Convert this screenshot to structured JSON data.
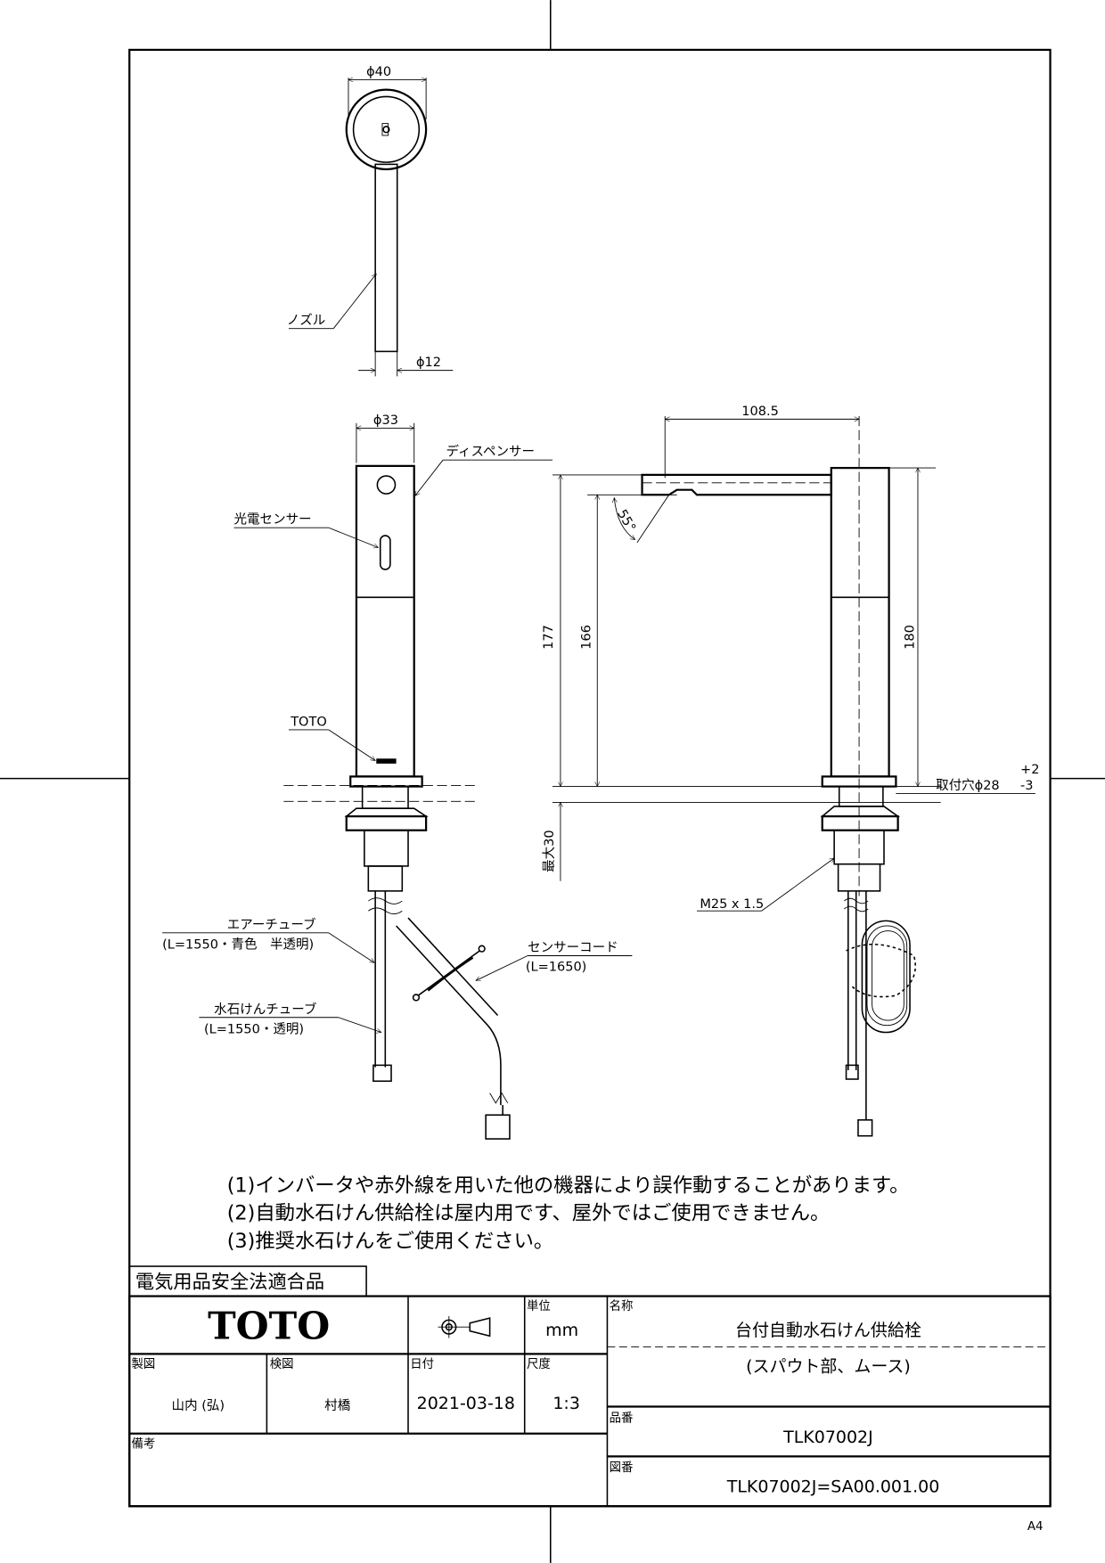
{
  "top_view": {
    "dia_outer": "ϕ40",
    "dia_nozzle": "ϕ12",
    "nozzle_label": "ノズル"
  },
  "front_view": {
    "dia_body": "ϕ33",
    "dispenser_label": "ディスペンサー",
    "sensor_label": "光電センサー",
    "toto_mark_label": "TOTO",
    "air_tube_label": "エアーチューブ",
    "air_tube_spec": "(L=1550・青色　半透明)",
    "soap_tube_label": "水石けんチューブ",
    "soap_tube_spec": "(L=1550・透明)",
    "sensor_cord_label": "センサーコード",
    "sensor_cord_spec": "(L=1650)"
  },
  "side_view": {
    "reach": "108.5",
    "height_177": "177",
    "height_166": "166",
    "height_180": "180",
    "angle": "55°",
    "max_thickness": "最大30",
    "hole_label": "取付穴ϕ28",
    "hole_tol_plus": "+2",
    "hole_tol_minus": "-3",
    "thread": "M25 x 1.5"
  },
  "notes": [
    "(1)インバータや赤外線を用いた他の機器により誤作動することがあります。",
    "(2)自動水石けん供給栓は屋内用です、屋外ではご使用できません。",
    "(3)推奨水石けんをご使用ください。"
  ],
  "compliance": "電気用品安全法適合品",
  "title_block": {
    "brand": "TOTO",
    "unit_label": "単位",
    "unit": "mm",
    "name_label": "名称",
    "name": "台付自動水石けん供給栓",
    "subname": "(スパウト部、ムース)",
    "drawn_label": "製図",
    "drawn_by": "山内 (弘)",
    "checked_label": "検図",
    "checked_by": "村橋",
    "date_label": "日付",
    "date": "2021-03-18",
    "scale_label": "尺度",
    "scale": "1:3",
    "part_no_label": "品番",
    "part_no": "TLK07002J",
    "drawing_no_label": "図番",
    "drawing_no": "TLK07002J=SA00.001.00",
    "remarks_label": "備考"
  },
  "paper_size": "A4"
}
